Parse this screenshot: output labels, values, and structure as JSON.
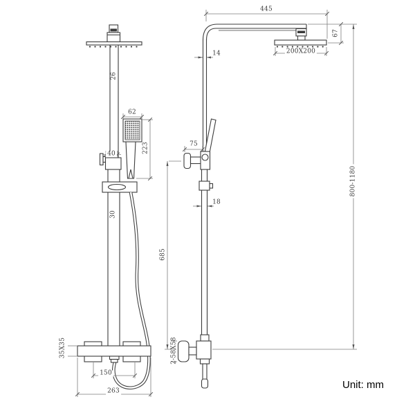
{
  "drawing_title": "shower column technical drawing, front and side views",
  "unit_label": "Unit: mm",
  "front_view": {
    "dims": {
      "upper_pipe_width": "26",
      "hand_shower_width": "62",
      "slider_clamp_width": "40",
      "hand_shower_length": "223",
      "lower_pipe_width": "30",
      "valve_body_size": "35X35",
      "inlet_spacing": "150",
      "valve_width": "263"
    }
  },
  "side_view": {
    "dims": {
      "arm_length": "445",
      "head_drop": "67",
      "head_size": "200X200",
      "upper_pipe_dia": "14",
      "holder_depth": "75",
      "lower_pipe_dia": "18",
      "holder_to_valve": "685",
      "total_height": "800-1180",
      "escutcheon_size": "2-58X58"
    }
  },
  "colors": {
    "line": "#3b3b3b",
    "dim_line": "#7d7d7d",
    "text": "#3a3a3a",
    "background": "#ffffff"
  }
}
